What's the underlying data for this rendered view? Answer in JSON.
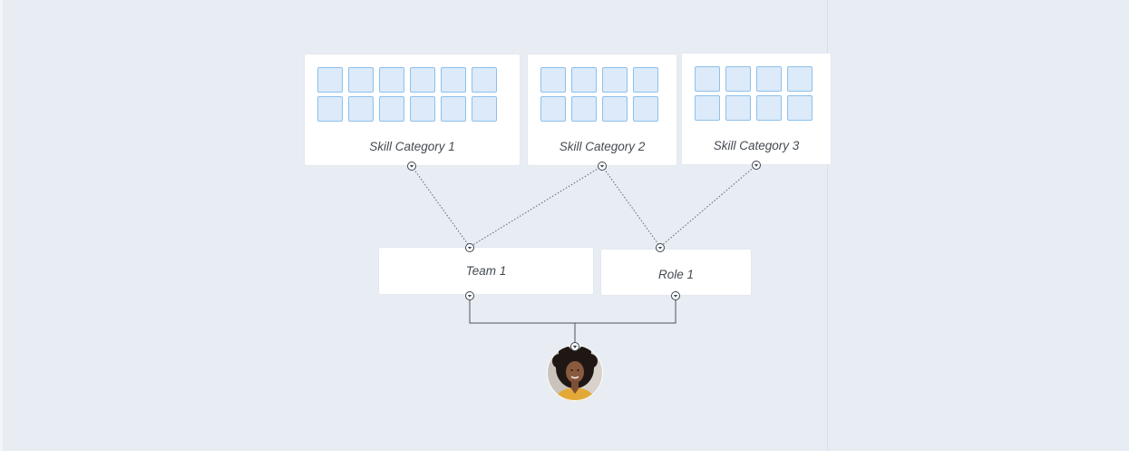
{
  "categories": [
    {
      "label": "Skill Category 1",
      "cols": 6,
      "rows": 2
    },
    {
      "label": "Skill Category 2",
      "cols": 4,
      "rows": 2
    },
    {
      "label": "Skill Category 3",
      "cols": 4,
      "rows": 2
    }
  ],
  "team": {
    "label": "Team 1"
  },
  "role": {
    "label": "Role 1"
  },
  "colors": {
    "background": "#e8edf4",
    "cell_fill": "#dceaf9",
    "cell_border": "#8ec0ec"
  }
}
